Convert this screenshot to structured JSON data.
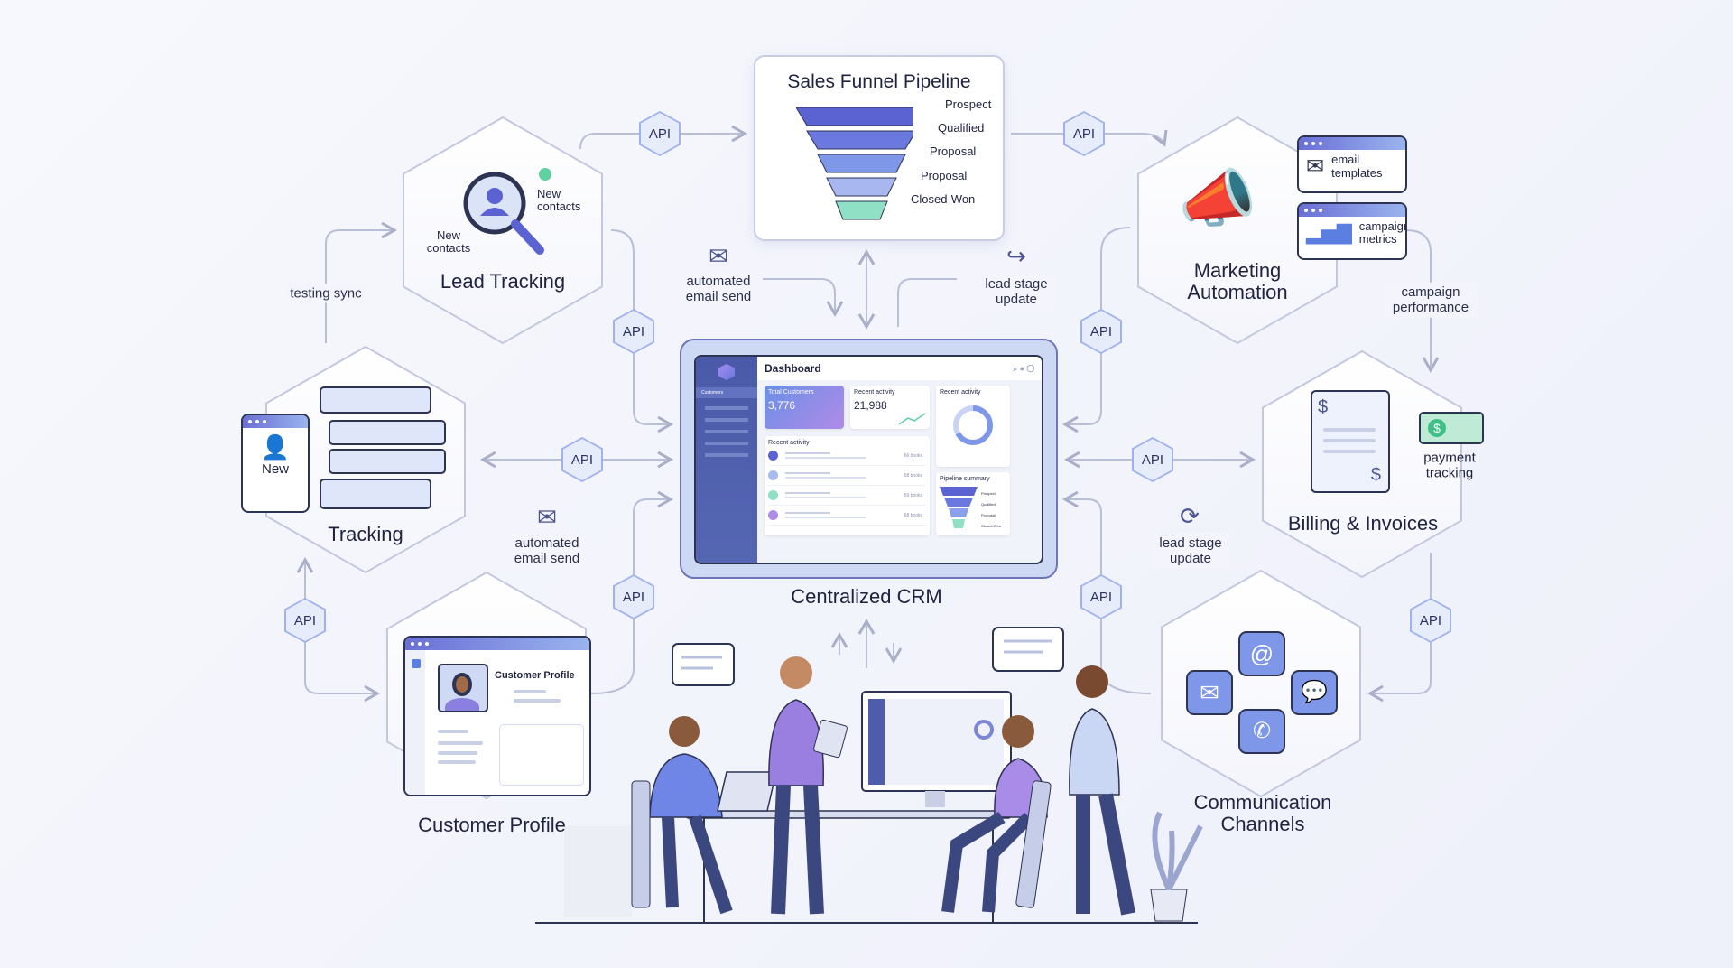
{
  "nodes": {
    "lead_tracking": {
      "title": "Lead Tracking",
      "new_contacts_a": "New contacts",
      "new_contacts_b": "New contacts"
    },
    "sales_funnel": {
      "title": "Sales Funnel Pipeline",
      "stages": [
        "Prospect",
        "Qualified",
        "Proposal",
        "Proposal",
        "Closed-Won"
      ]
    },
    "marketing": {
      "title": "Marketing Automation",
      "cards": [
        "email templates",
        "campaign metrics"
      ]
    },
    "tracking": {
      "title": "Tracking",
      "new_label": "New"
    },
    "billing": {
      "title": "Billing & Invoices",
      "payment_tracking": "payment tracking"
    },
    "customer_profile": {
      "title": "Customer Profile",
      "window_title": "Customer Profile"
    },
    "communication": {
      "title": "Communication Channels"
    },
    "crm": {
      "title": "Centralized CRM"
    }
  },
  "dashboard": {
    "title": "Dashboard",
    "sidebar_item": "Customers",
    "total_customers_label": "Total Customers",
    "total_customers_value": "3,776",
    "recent_activity_label": "Recent activity",
    "recent_activity_value": "21,988",
    "donut_label": "Recent activity",
    "list_label": "Recent activity",
    "list_rows": [
      "66 books",
      "58 books",
      "59 books",
      "68 books"
    ],
    "pipeline_label": "Pipeline summary",
    "pipeline_stages": [
      "Prospect",
      "Qualified",
      "Proposal",
      "Closed-Won"
    ]
  },
  "flows": {
    "testing_sync": "testing sync",
    "auto_email_top": "automated email send",
    "lead_stage_top": "lead stage update",
    "campaign_performance": "campaign performance",
    "auto_email_left": "automated email send",
    "lead_stage_right": "lead stage update"
  },
  "api_labels": [
    "API",
    "API",
    "API",
    "API",
    "API",
    "API",
    "API",
    "API",
    "API",
    "API"
  ],
  "colors": {
    "accent": "#5b63d3",
    "line": "#b9bfd6",
    "mint": "#8fe0c4",
    "api": "#e7ecfb"
  }
}
